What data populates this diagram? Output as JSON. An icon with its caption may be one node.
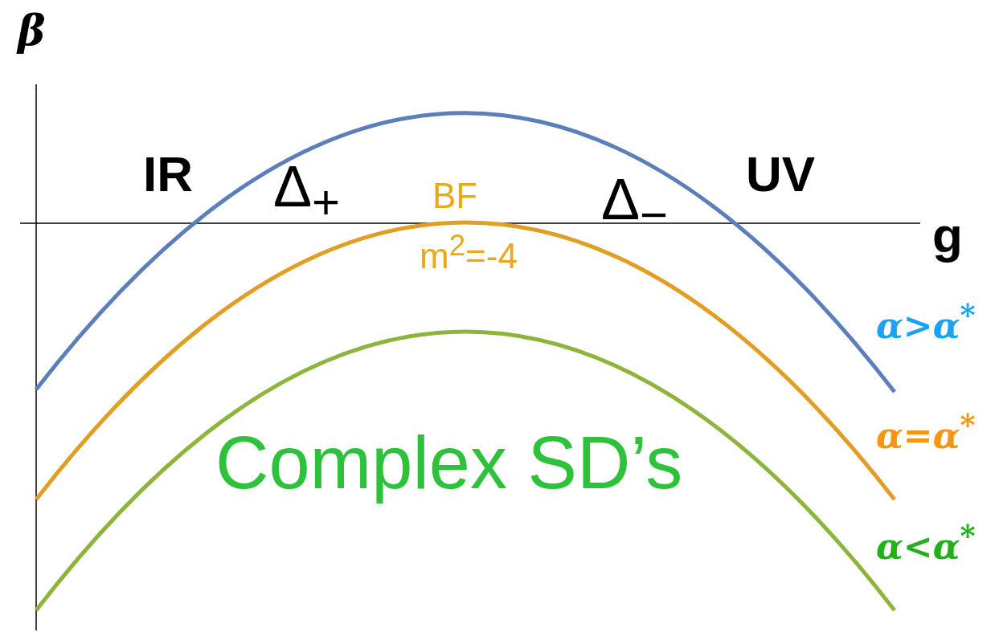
{
  "diagram": {
    "labels": [
      "β",
      "IR",
      "Δ$_{+}$",
      "BF",
      "Δ$_{−}$",
      "UV",
      "g",
      "m$^{2}$=-4",
      "α>α$^{*}$",
      "α=α$^{*}$",
      "Complex SD’s",
      "α<α$^{*}$"
    ]
  }
}
